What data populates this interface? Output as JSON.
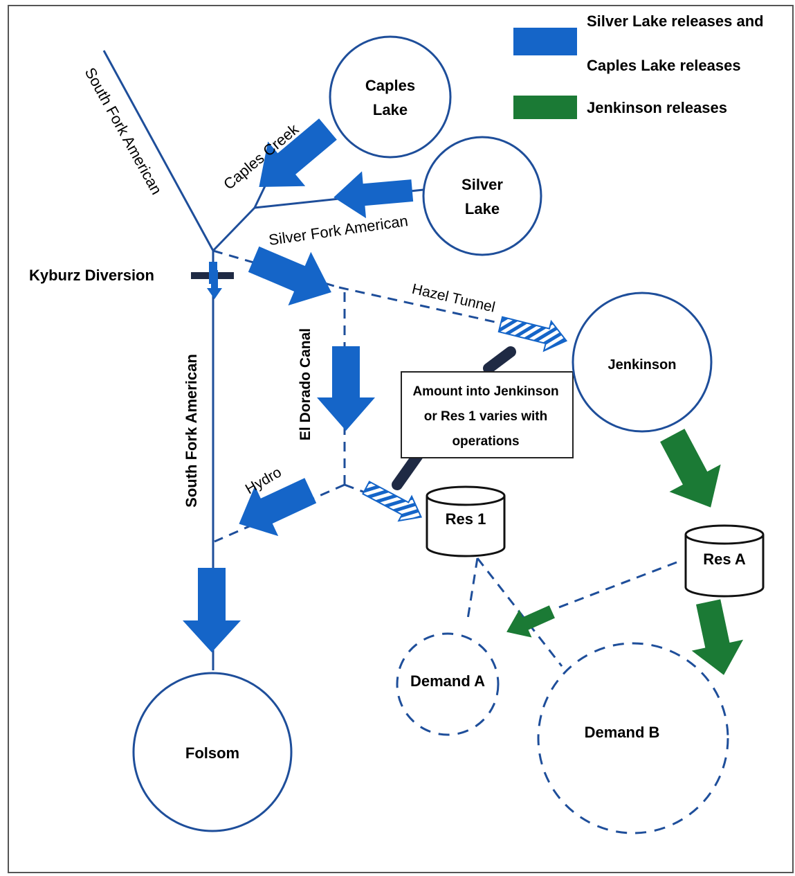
{
  "legend": {
    "blue_line1": "Silver Lake releases and",
    "blue_line2": "Caples Lake releases",
    "green": "Jenkinson releases"
  },
  "colors": {
    "blue": "#1565c8",
    "blue_line": "#1e4e9a",
    "green": "#1b7a35",
    "dark": "#1f2a44"
  },
  "nodes": {
    "caples_lake_1": "Caples",
    "caples_lake_2": "Lake",
    "silver_lake_1": "Silver",
    "silver_lake_2": "Lake",
    "jenkinson": "Jenkinson",
    "folsom": "Folsom",
    "res1": "Res 1",
    "resA": "Res A",
    "demandA": "Demand A",
    "demandB": "Demand B"
  },
  "labels": {
    "south_fork_upper": "South Fork American",
    "south_fork_lower": "South Fork American",
    "caples_creek": "Caples Creek",
    "silver_fork": "Silver Fork American",
    "kyburz": "Kyburz Diversion",
    "hazel_tunnel": "Hazel Tunnel",
    "el_dorado_canal": "El Dorado Canal",
    "hydro": "Hydro"
  },
  "callout": {
    "line1": "Amount into Jenkinson",
    "line2": "or Res 1 varies with",
    "line3": "operations"
  },
  "icons": [
    "blue-flow-arrow",
    "green-flow-arrow",
    "hatched-arrow",
    "cylinder-reservoir"
  ]
}
